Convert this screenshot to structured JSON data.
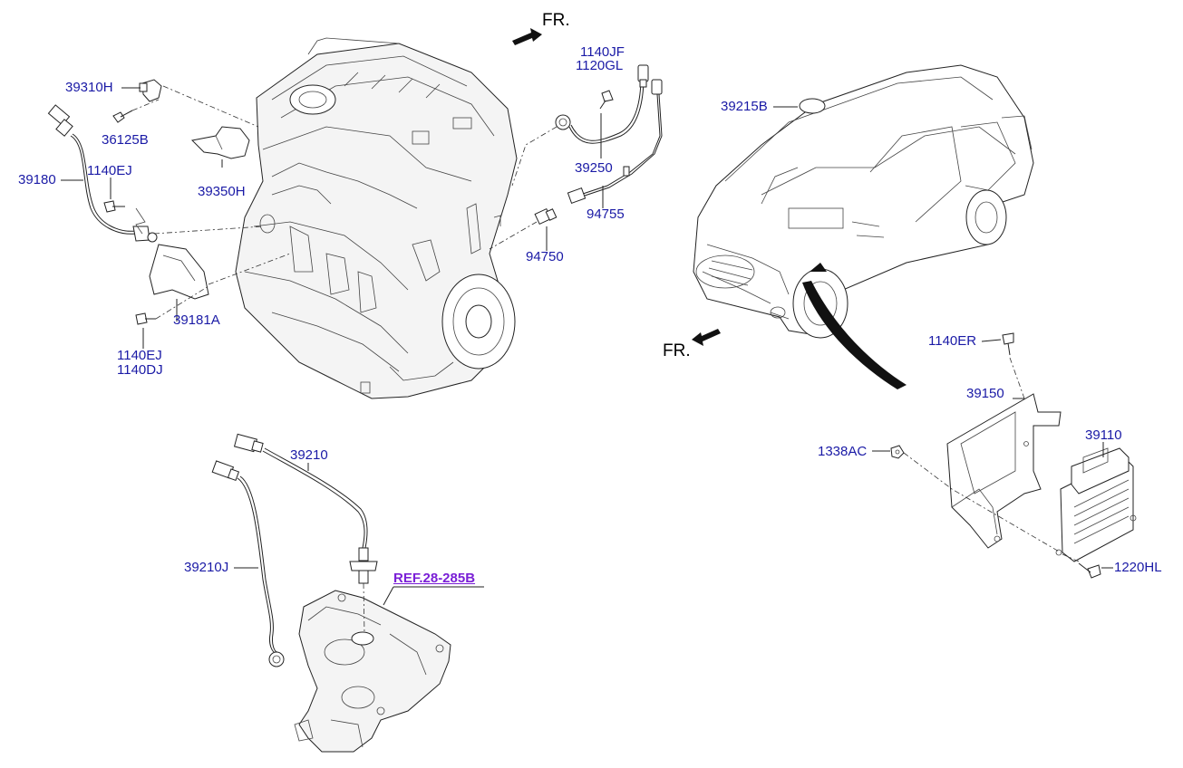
{
  "direction_label": "FR.",
  "reference": "REF.28-285B",
  "labels": {
    "p39310H": "39310H",
    "p36125B": "36125B",
    "p39180": "39180",
    "p1140EJ_a": "1140EJ",
    "p39350H": "39350H",
    "p39181A": "39181A",
    "p1140EJ_b": "1140EJ",
    "p1140DJ": "1140DJ",
    "p1140JF": "1140JF",
    "p1120GL": "1120GL",
    "p39250": "39250",
    "p94755": "94755",
    "p94750": "94750",
    "p39215B": "39215B",
    "p1140ER": "1140ER",
    "p39150": "39150",
    "p1338AC": "1338AC",
    "p39110": "39110",
    "p1220HL": "1220HL",
    "p39210": "39210",
    "p39210J": "39210J"
  },
  "colors": {
    "label": "#1a1aa6",
    "reference": "#7a1fd6",
    "line": "#222222"
  }
}
